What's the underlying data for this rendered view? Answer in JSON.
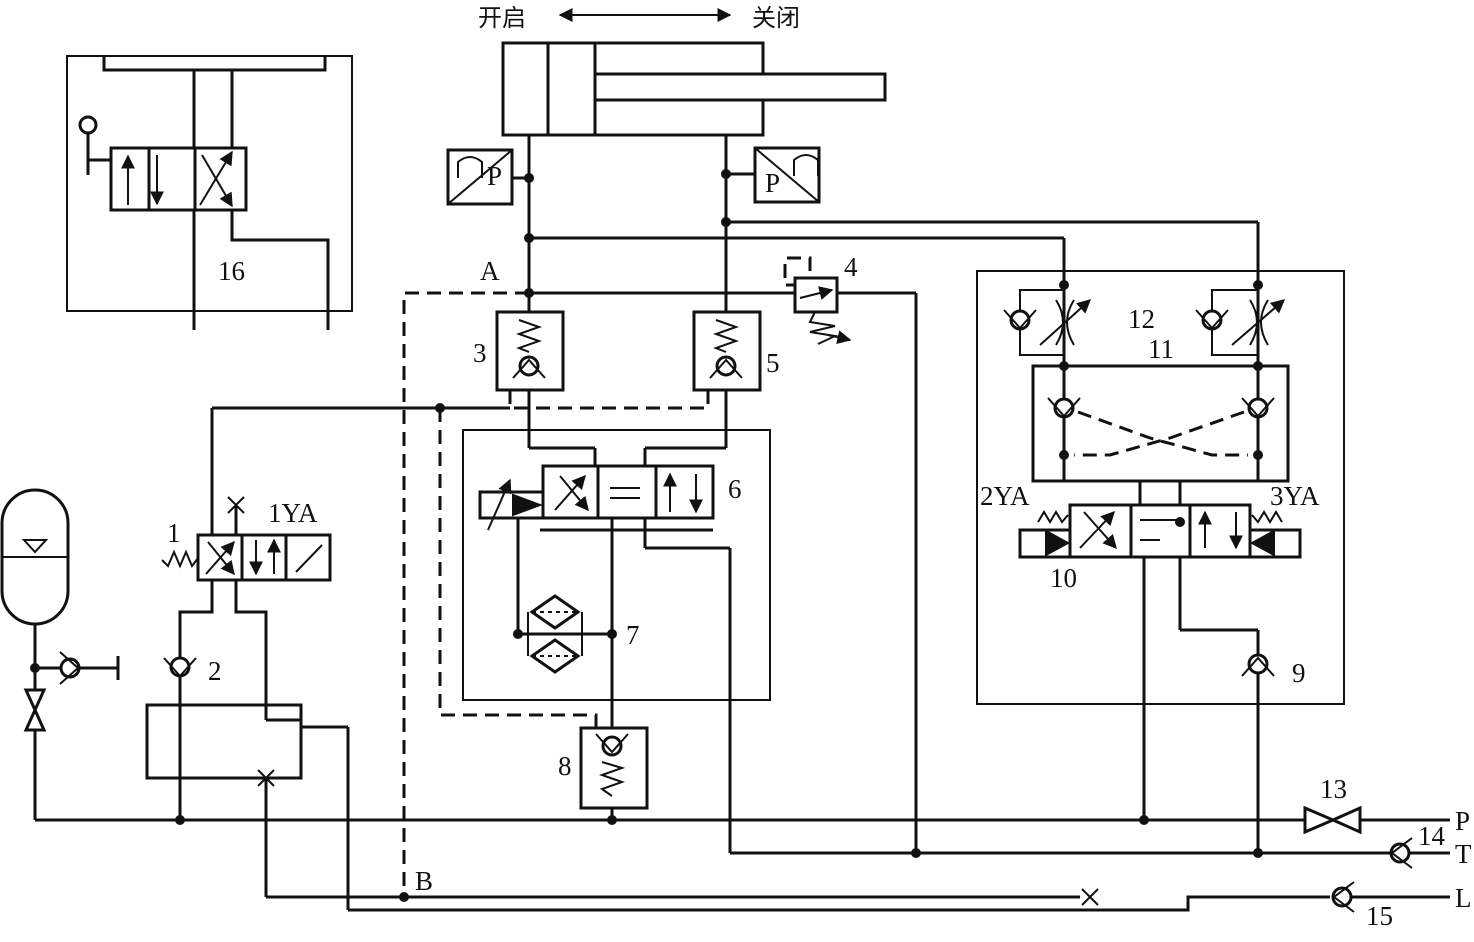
{
  "title_left": "开启",
  "title_right": "关闭",
  "labels": {
    "A": "A",
    "B": "B",
    "P": "P",
    "T": "T",
    "L": "L",
    "pressure_sym": "P",
    "n1": "1",
    "n2": "2",
    "n3": "3",
    "n4": "4",
    "n5": "5",
    "n6": "6",
    "n7": "7",
    "n8": "8",
    "n9": "9",
    "n10": "10",
    "n11": "11",
    "n12": "12",
    "n13": "13",
    "n14": "14",
    "n15": "15",
    "n16": "16",
    "sol1": "1YA",
    "sol2": "2YA",
    "sol3": "3YA"
  }
}
